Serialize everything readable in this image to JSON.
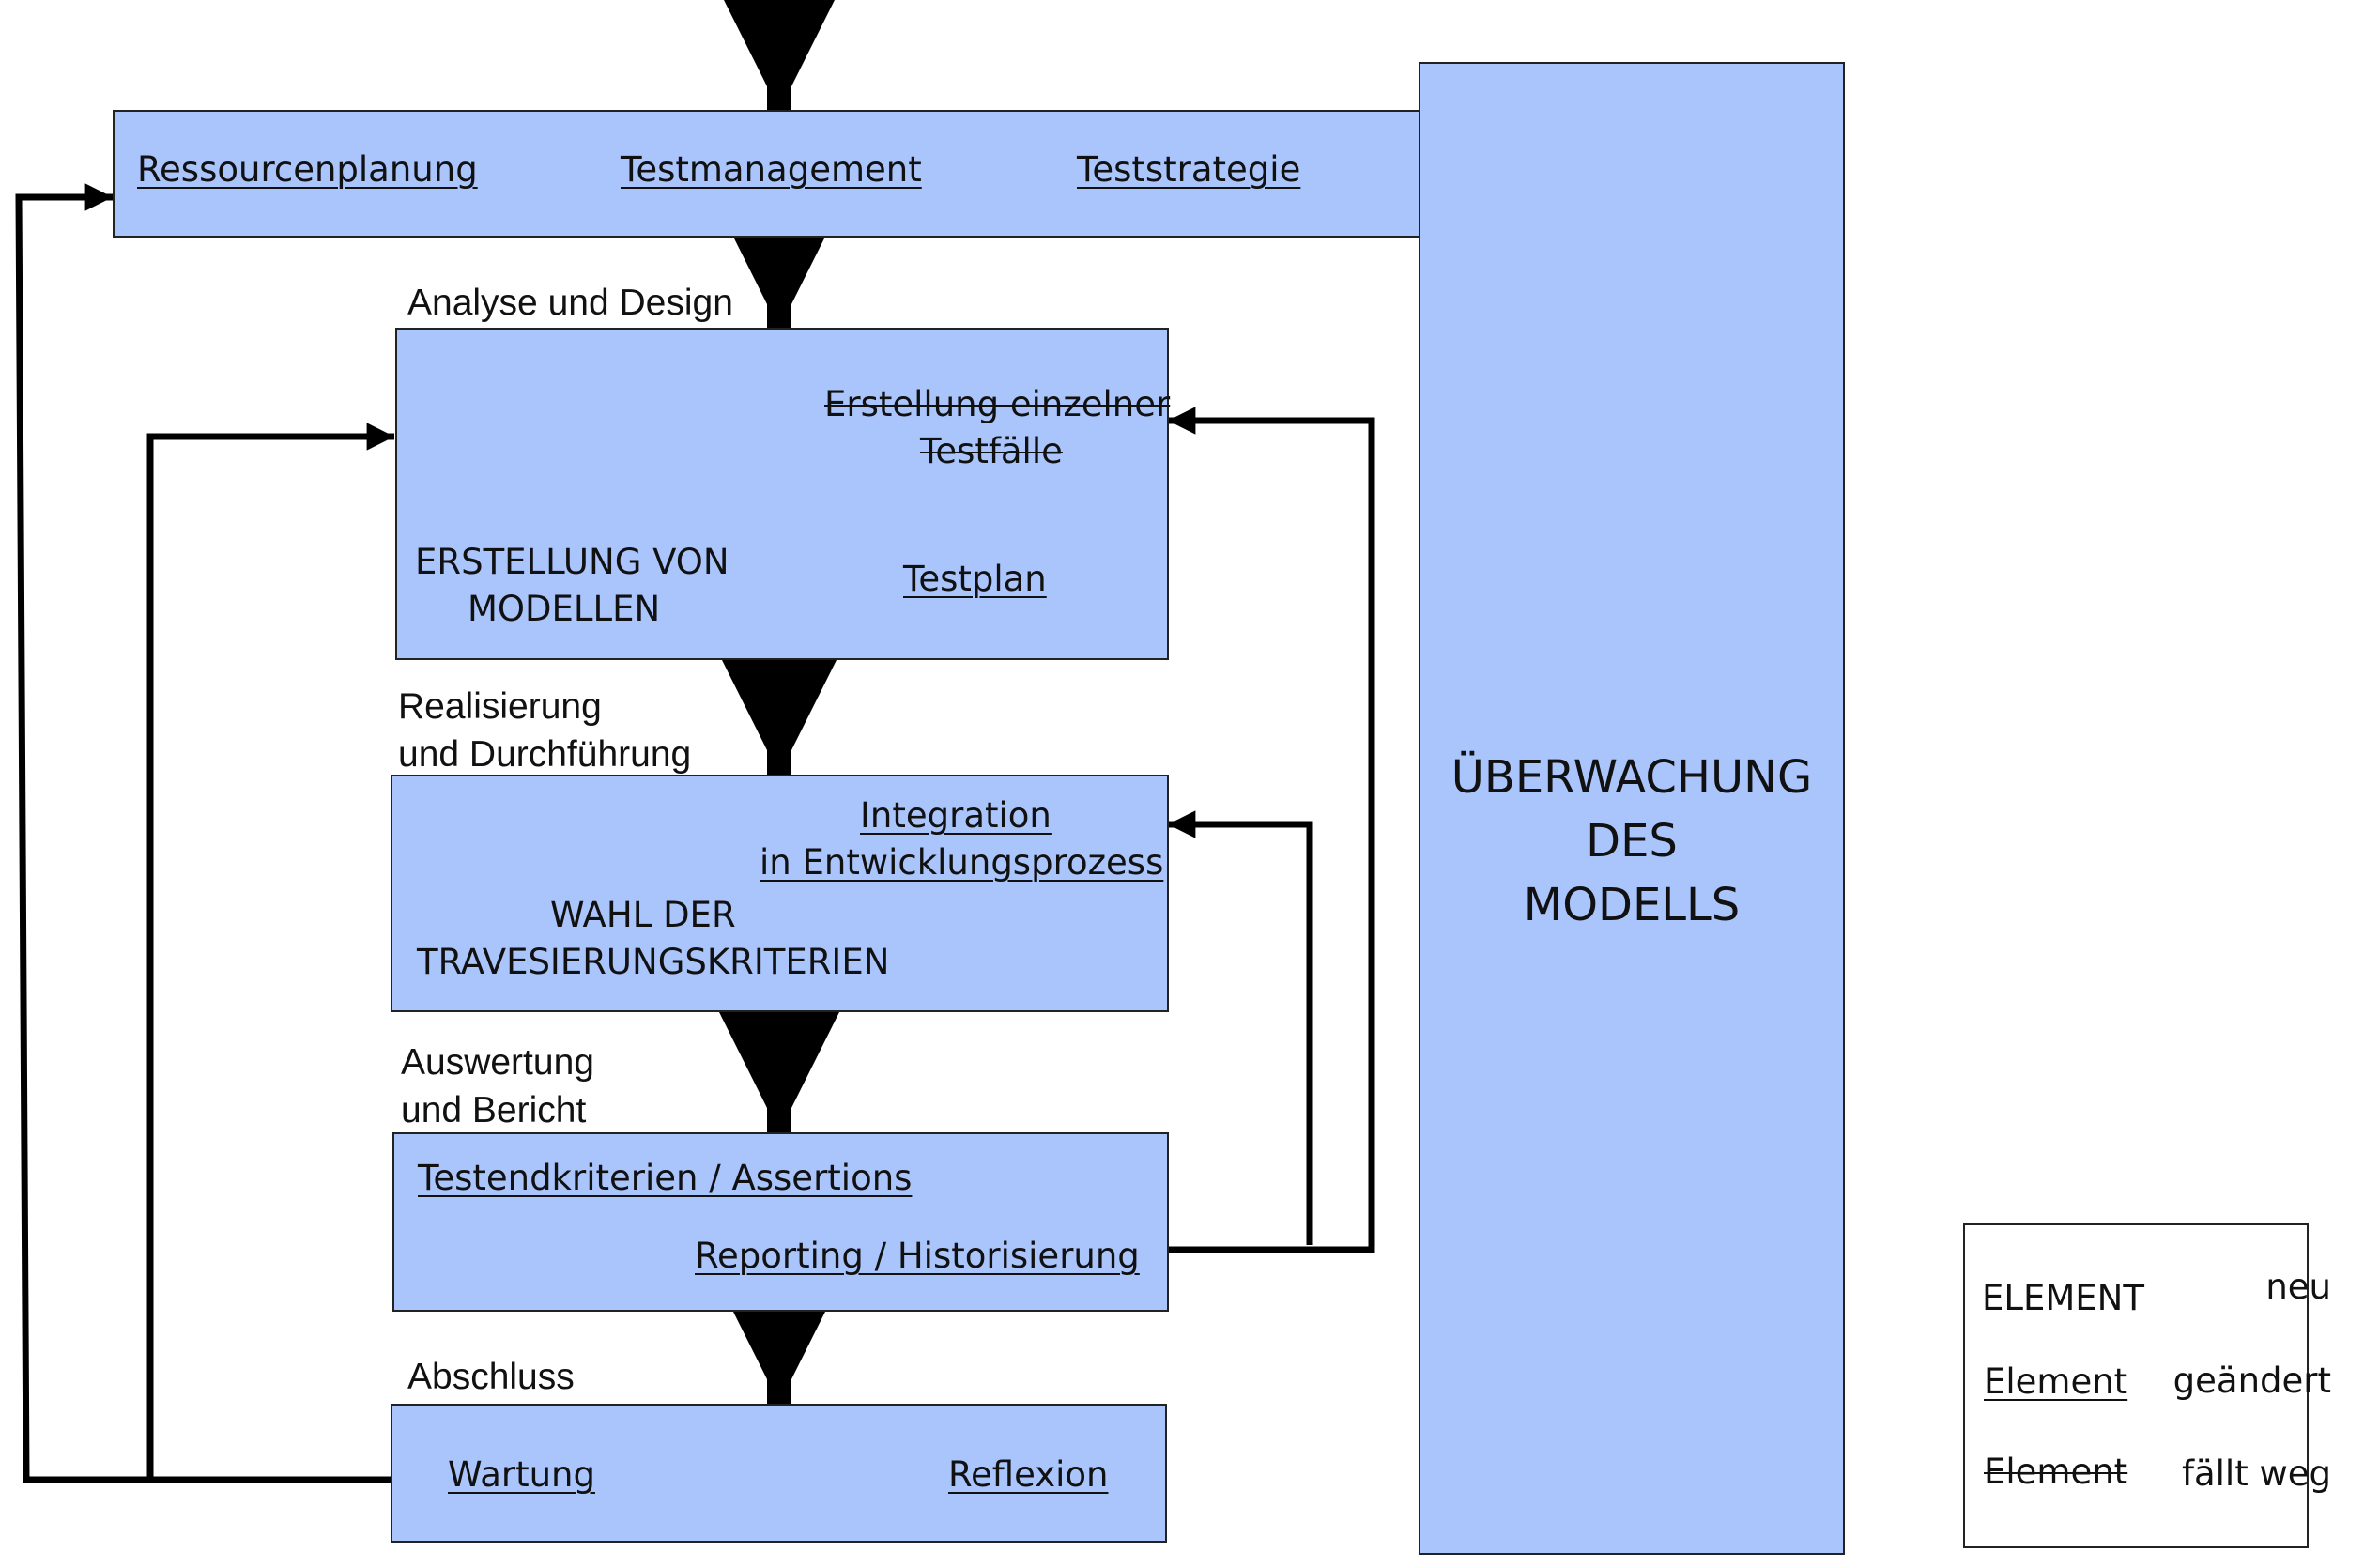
{
  "top": {
    "items": [
      "Ressourcenplanung",
      "Testmanagement",
      "Teststrategie"
    ]
  },
  "monitor": {
    "lines": [
      "ÜBERWACHUNG",
      "DES",
      "MODELLS"
    ]
  },
  "phases": {
    "analyse": {
      "label": "Analyse und Design",
      "removed_lines": [
        "Erstellung einzelner",
        "Testfälle"
      ],
      "new_lines": [
        "ERSTELLUNG VON",
        "MODELLEN"
      ],
      "changed": "Testplan"
    },
    "realisierung": {
      "label_lines": [
        "Realisierung",
        "und Durchführung"
      ],
      "changed_lines": [
        "Integration",
        "in Entwicklungsprozess"
      ],
      "new_lines": [
        "WAHL DER",
        "TRAVESIERUNGSKRITERIEN"
      ]
    },
    "auswertung": {
      "label_lines": [
        "Auswertung",
        "und Bericht"
      ],
      "changed_1": "Testendkriterien / Assertions",
      "changed_2": "Reporting / Historisierung"
    },
    "abschluss": {
      "label": "Abschluss",
      "changed_1": "Wartung",
      "changed_2": "Reflexion"
    }
  },
  "legend": {
    "rows": [
      {
        "sample": "ELEMENT",
        "meaning": "neu"
      },
      {
        "sample": "Element",
        "meaning": "geändert"
      },
      {
        "sample": "Element",
        "meaning": "fällt weg"
      }
    ]
  },
  "colors": {
    "box_fill": "#aac4fc",
    "line": "#000000"
  }
}
